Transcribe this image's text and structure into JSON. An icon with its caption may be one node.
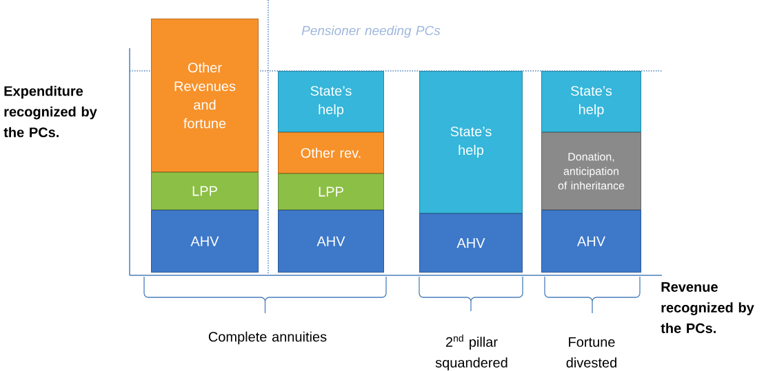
{
  "diagram": {
    "nodes": [
      {
        "text": [
          "Other Revenues and fortune"
        ]
      },
      {
        "text": [
          "LPP"
        ]
      },
      {
        "text": [
          "AHV"
        ]
      },
      {
        "text": [
          "State’s help"
        ]
      },
      {
        "text": [
          "Other rev."
        ]
      },
      {
        "text": [
          "LPP"
        ]
      },
      {
        "text": [
          "AHV"
        ]
      },
      {
        "text": [
          "State’s help"
        ]
      },
      {
        "text": [
          "AHV"
        ]
      },
      {
        "text": [
          "State’s help"
        ]
      },
      {
        "text": [
          "Donation, anticipation of inheritance"
        ]
      },
      {
        "text": [
          "AHV"
        ]
      }
    ],
    "labels": [
      "Pensioner needing PCs",
      "Expenditure recognized by the PCs.",
      "Revenue recognized by the PCs.",
      "Complete annuities",
      "2$^{nd}$ pillar squandered",
      "Fortune divested"
    ]
  }
}
